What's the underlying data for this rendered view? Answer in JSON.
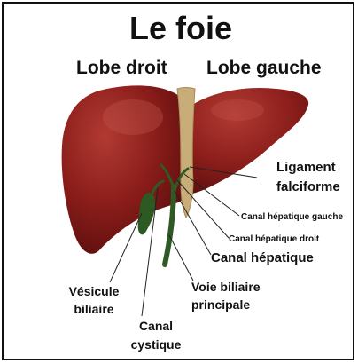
{
  "title": "Le foie",
  "labels": {
    "lobe_droit": "Lobe droit",
    "lobe_gauche": "Lobe gauche",
    "ligament_falciforme_1": "Ligament",
    "ligament_falciforme_2": "falciforme",
    "canal_hepatique_gauche": "Canal hépatique gauche",
    "canal_hepatique_droit": "Canal hépatique droit",
    "canal_hepatique": "Canal hépatique",
    "voie_biliaire_1": "Voie biliaire",
    "voie_biliaire_2": "principale",
    "vesicule_1": "Vésicule",
    "vesicule_2": "biliaire",
    "canal_cystique_1": "Canal",
    "canal_cystique_2": "cystique"
  },
  "colors": {
    "liver": "#7a1514",
    "liver_highlight": "#b23a33",
    "ligament": "#c9ad79",
    "bile_duct": "#2f5a25",
    "gallbladder": "#2c5a22"
  }
}
